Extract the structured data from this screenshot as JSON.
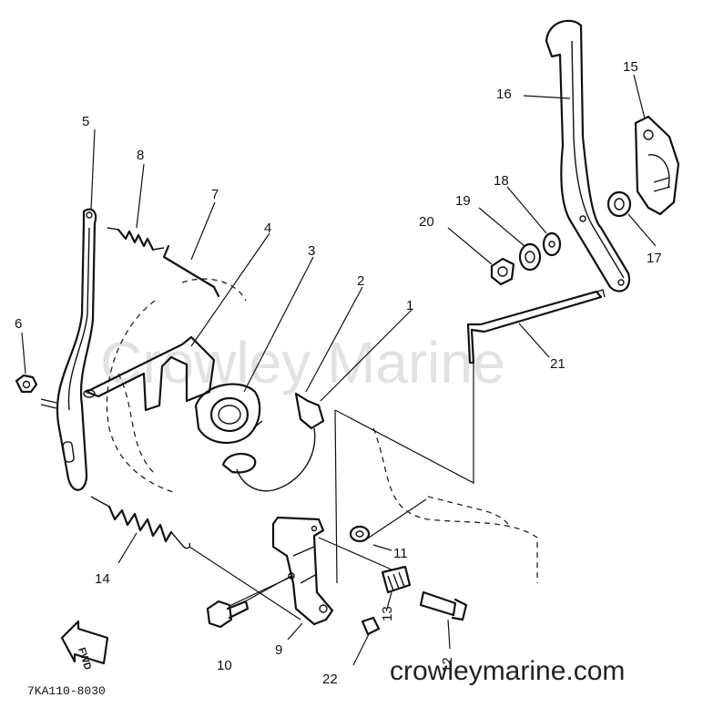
{
  "watermark": "Crowley Marine",
  "website": "crowleymarine.com",
  "drawing_code": "7KA110-8030",
  "fwd_label": "FWD",
  "callouts": [
    {
      "id": "c1",
      "label": "1"
    },
    {
      "id": "c2",
      "label": "2"
    },
    {
      "id": "c3",
      "label": "3"
    },
    {
      "id": "c4",
      "label": "4"
    },
    {
      "id": "c5",
      "label": "5"
    },
    {
      "id": "c6",
      "label": "6"
    },
    {
      "id": "c7",
      "label": "7"
    },
    {
      "id": "c8",
      "label": "8"
    },
    {
      "id": "c9",
      "label": "9"
    },
    {
      "id": "c10",
      "label": "10"
    },
    {
      "id": "c11",
      "label": "11"
    },
    {
      "id": "c12",
      "label": "12"
    },
    {
      "id": "c13",
      "label": "13"
    },
    {
      "id": "c14",
      "label": "14"
    },
    {
      "id": "c15",
      "label": "15"
    },
    {
      "id": "c16",
      "label": "16"
    },
    {
      "id": "c17",
      "label": "17"
    },
    {
      "id": "c18",
      "label": "18"
    },
    {
      "id": "c19",
      "label": "19"
    },
    {
      "id": "c20",
      "label": "20"
    },
    {
      "id": "c21",
      "label": "21"
    },
    {
      "id": "c22",
      "label": "22"
    }
  ]
}
